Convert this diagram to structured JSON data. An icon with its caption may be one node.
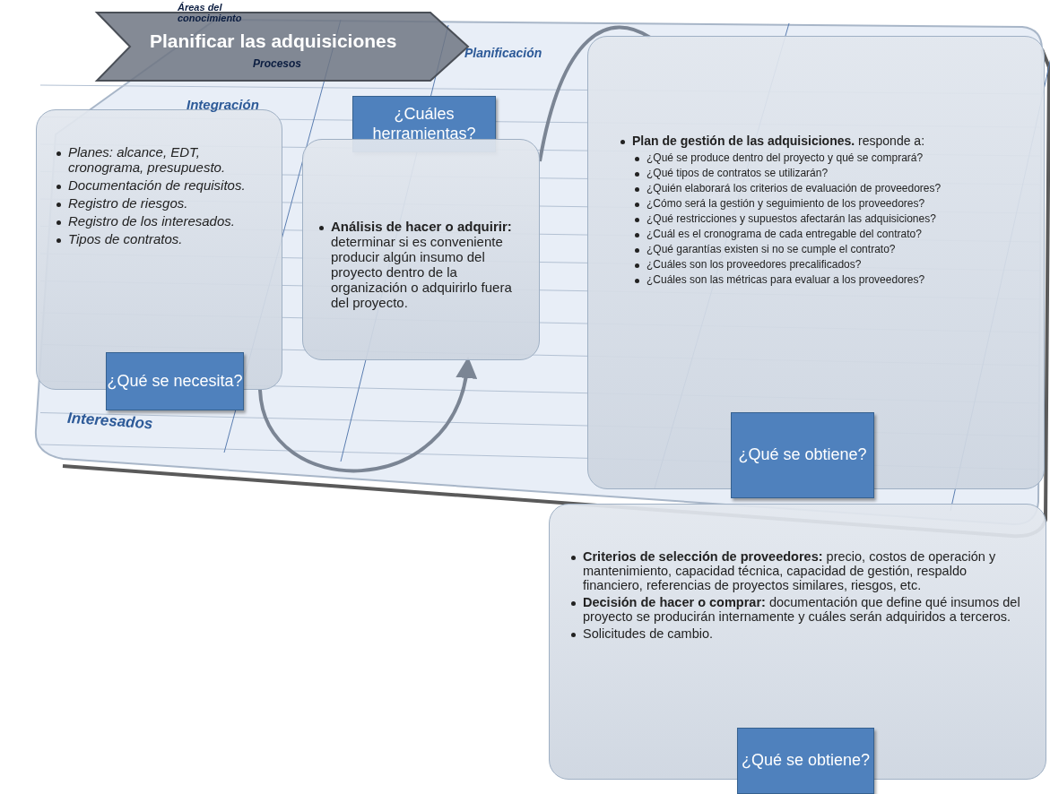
{
  "diagram": {
    "nodes": [
      {
        "text": [
          "Planificar las adquisiciones"
        ]
      },
      {
        "text": [
          "Planes: alcance, EDT, cronograma, presupuesto.",
          "Documentación de requisitos.",
          "Registro de riesgos.",
          "Registro de los interesados.",
          "Tipos de contratos."
        ]
      },
      {
        "text": [
          "¿Qué se necesita?"
        ]
      },
      {
        "text": [
          "¿Cuáles herramientas?"
        ]
      },
      {
        "text": [
          "**Análisis de hacer o adquirir:** determinar si es conveniente producir algún insumo del proyecto dentro de la organización o adquirirlo fuera del proyecto."
        ]
      },
      {
        "text": [
          "**Plan de gestión de las adquisiciones.** responde a:",
          "¿Qué se produce dentro del proyecto y qué se comprará?",
          "¿Qué tipos de contratos se utilizarán?",
          "¿Quién elaborará los criterios de evaluación de proveedores?",
          "¿Cómo será la gestión y seguimiento de los proveedores?",
          "¿Qué restricciones y supuestos afectarán las adquisiciones?",
          "¿Cuál es el cronograma de cada entregable del contrato?",
          "¿Qué garantías existen si no se cumple el contrato?",
          "¿Cuáles son los proveedores precalificados?",
          "¿Cuáles son las métricas para evaluar a los proveedores?"
        ]
      },
      {
        "text": [
          "¿Qué se obtiene?"
        ]
      },
      {
        "text": [
          "**Criterios de selección de proveedores:** precio, costos de operación y mantenimiento, capacidad técnica, capacidad de gestión, respaldo financiero, referencias de proyectos similares, riesgos, etc.",
          "**Decisión de hacer o comprar:** documentación que define qué insumos del proyecto se producirán internamente y cuáles serán adquiridos a terceros.",
          "Solicitudes de cambio."
        ]
      },
      {
        "text": [
          "¿Qué se obtiene?"
        ]
      }
    ],
    "edges": [
      {
        "from": 1,
        "to": 4,
        "arrow": "to"
      },
      {
        "from": 4,
        "to": 5,
        "arrow": "none"
      }
    ],
    "labels": [
      "Áreas del conocimiento",
      "Procesos",
      "Planificación",
      "Integración",
      "Interesados"
    ]
  }
}
